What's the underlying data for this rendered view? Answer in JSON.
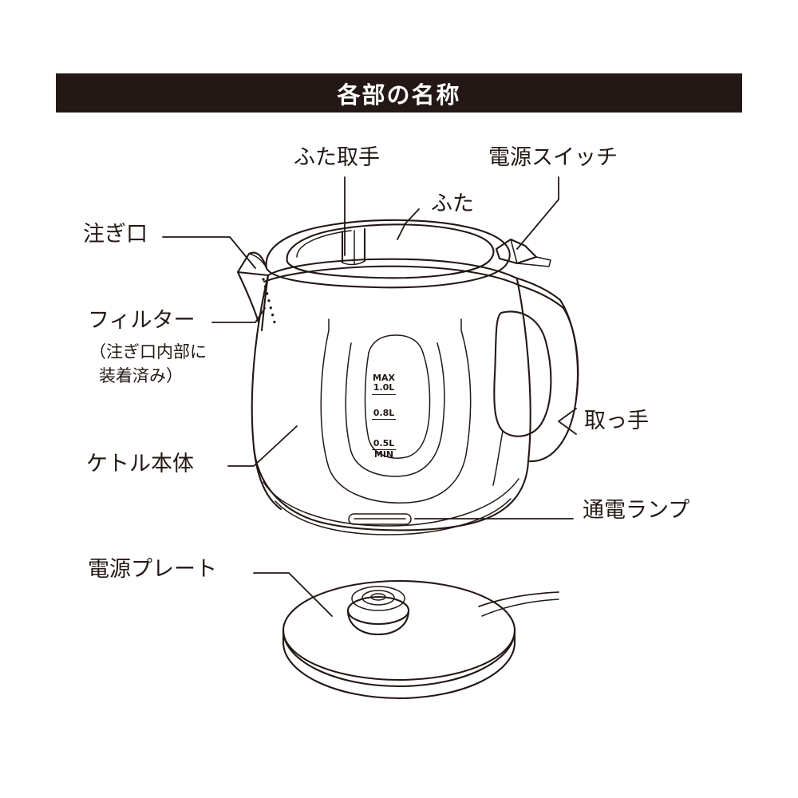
{
  "header": {
    "title": "各部の名称"
  },
  "labels": {
    "lid_handle": "ふた取手",
    "power_switch": "電源スイッチ",
    "lid": "ふた",
    "spout": "注ぎ口",
    "filter": "フィルター",
    "filter_note_line1": "（注ぎ口内部に",
    "filter_note_line2": "装着済み）",
    "kettle_body": "ケトル本体",
    "handle": "取っ手",
    "power_lamp": "通電ランプ",
    "power_plate": "電源プレート"
  },
  "gauge": {
    "max_unit": "MAX",
    "max_value": "1.0L",
    "mid_value": "0.8L",
    "min_value": "0.5L",
    "min_unit": "MIN"
  },
  "colors": {
    "ink": "#231815",
    "header_bg": "#231815",
    "header_text": "#ffffff",
    "page_bg": "#ffffff"
  }
}
